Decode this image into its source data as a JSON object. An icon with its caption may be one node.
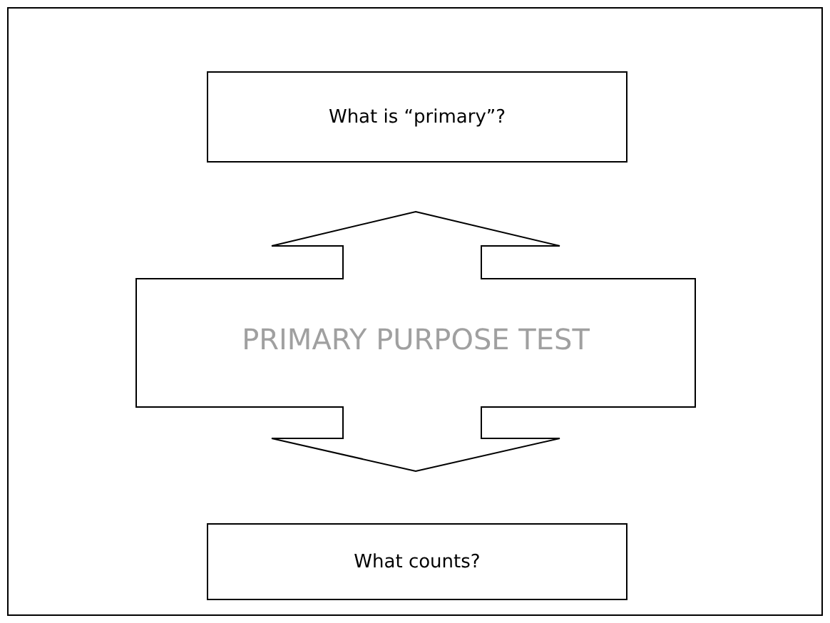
{
  "diagram": {
    "nodes": [
      {
        "text": [
          "What is “primary”?"
        ]
      },
      {
        "text": [
          "PRIMARY PURPOSE TEST"
        ]
      },
      {
        "text": [
          "What counts?"
        ]
      }
    ]
  }
}
